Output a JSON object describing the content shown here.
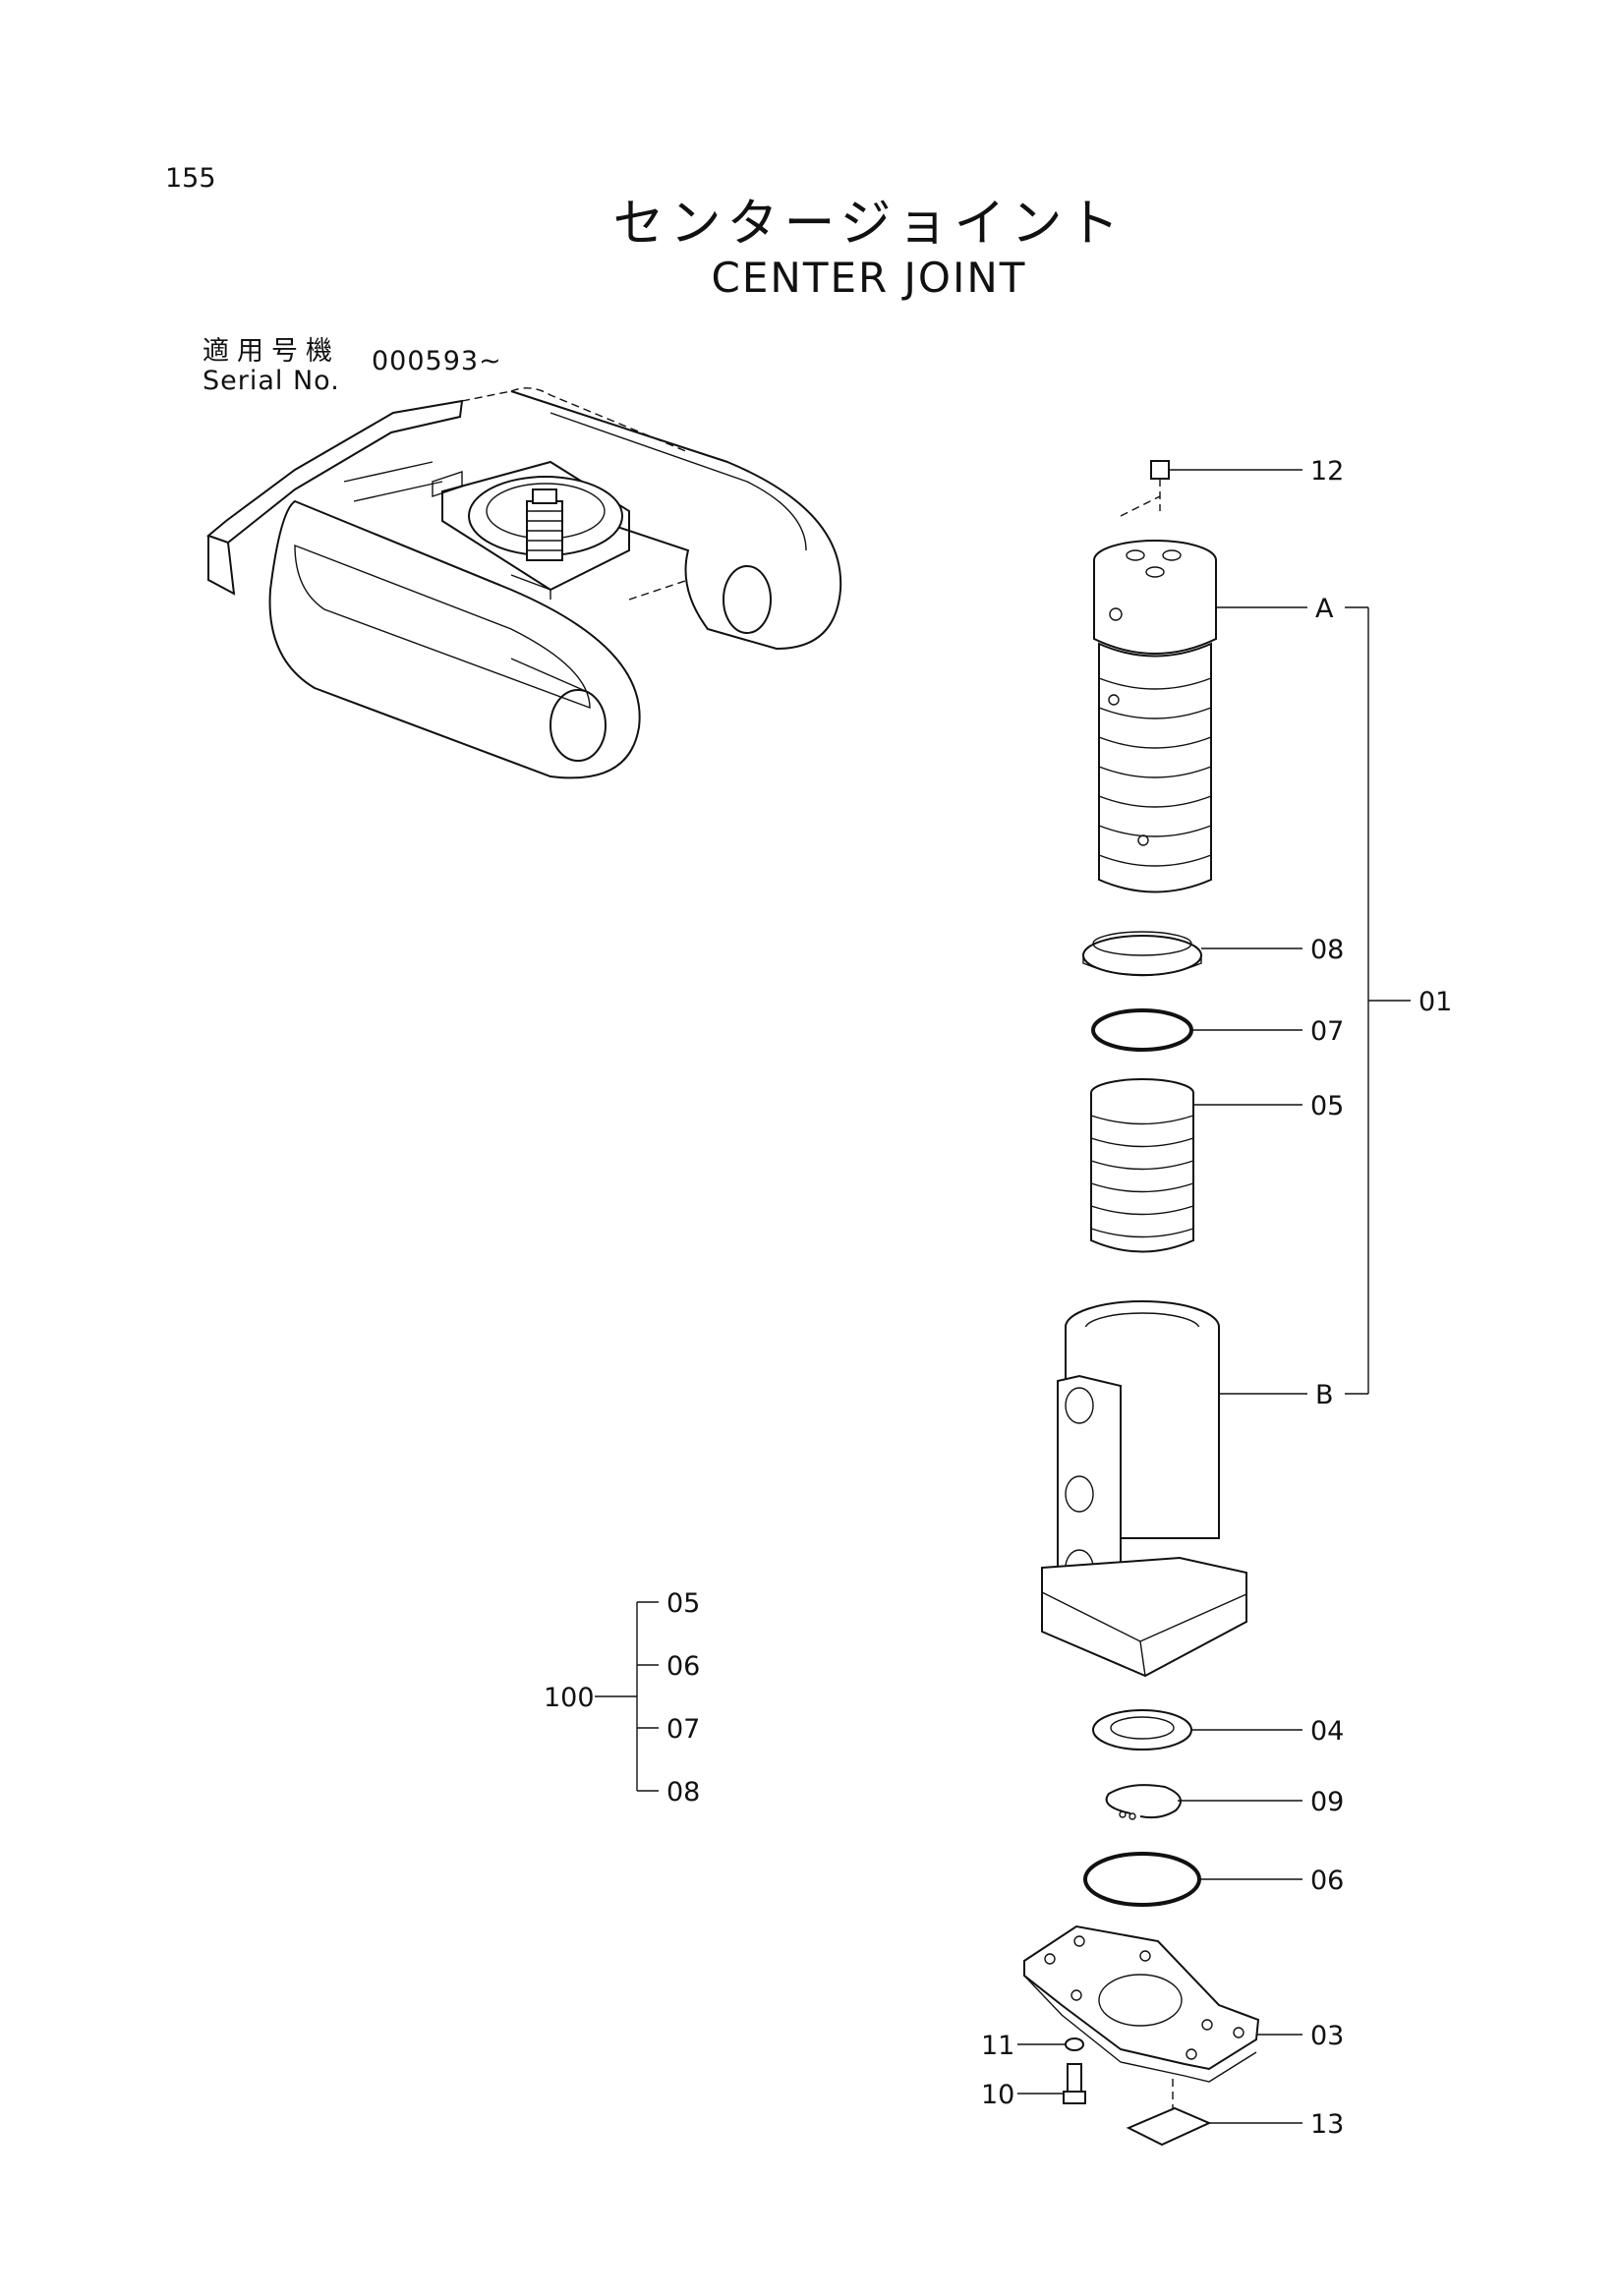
{
  "page_number": "155",
  "title_jp": "センタージョイント",
  "title_en": "CENTER  JOINT",
  "serial": {
    "label_jp": "適用号機",
    "label_en": "Serial  No.",
    "value": "000593~"
  },
  "callouts": {
    "c12": "12",
    "cA": "A",
    "c08": "08",
    "c01": "01",
    "c07": "07",
    "c05": "05",
    "cB": "B",
    "c04": "04",
    "c09": "09",
    "c06": "06",
    "c03": "03",
    "c11": "11",
    "c10": "10",
    "c13": "13"
  },
  "kit": {
    "label": "100",
    "items": [
      "05",
      "06",
      "07",
      "08"
    ]
  }
}
